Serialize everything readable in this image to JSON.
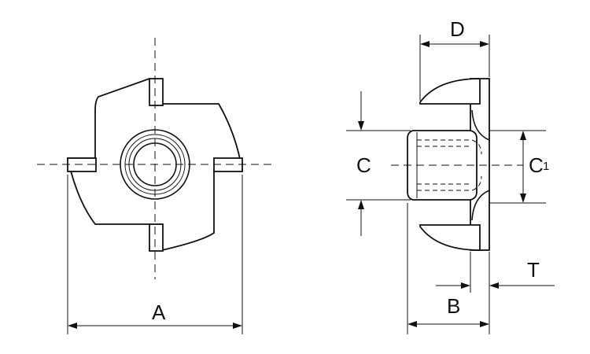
{
  "labels": {
    "A": "A",
    "B": "B",
    "C": "C",
    "C1_main": "C",
    "C1_sub": "1",
    "D": "D",
    "T": "T"
  }
}
